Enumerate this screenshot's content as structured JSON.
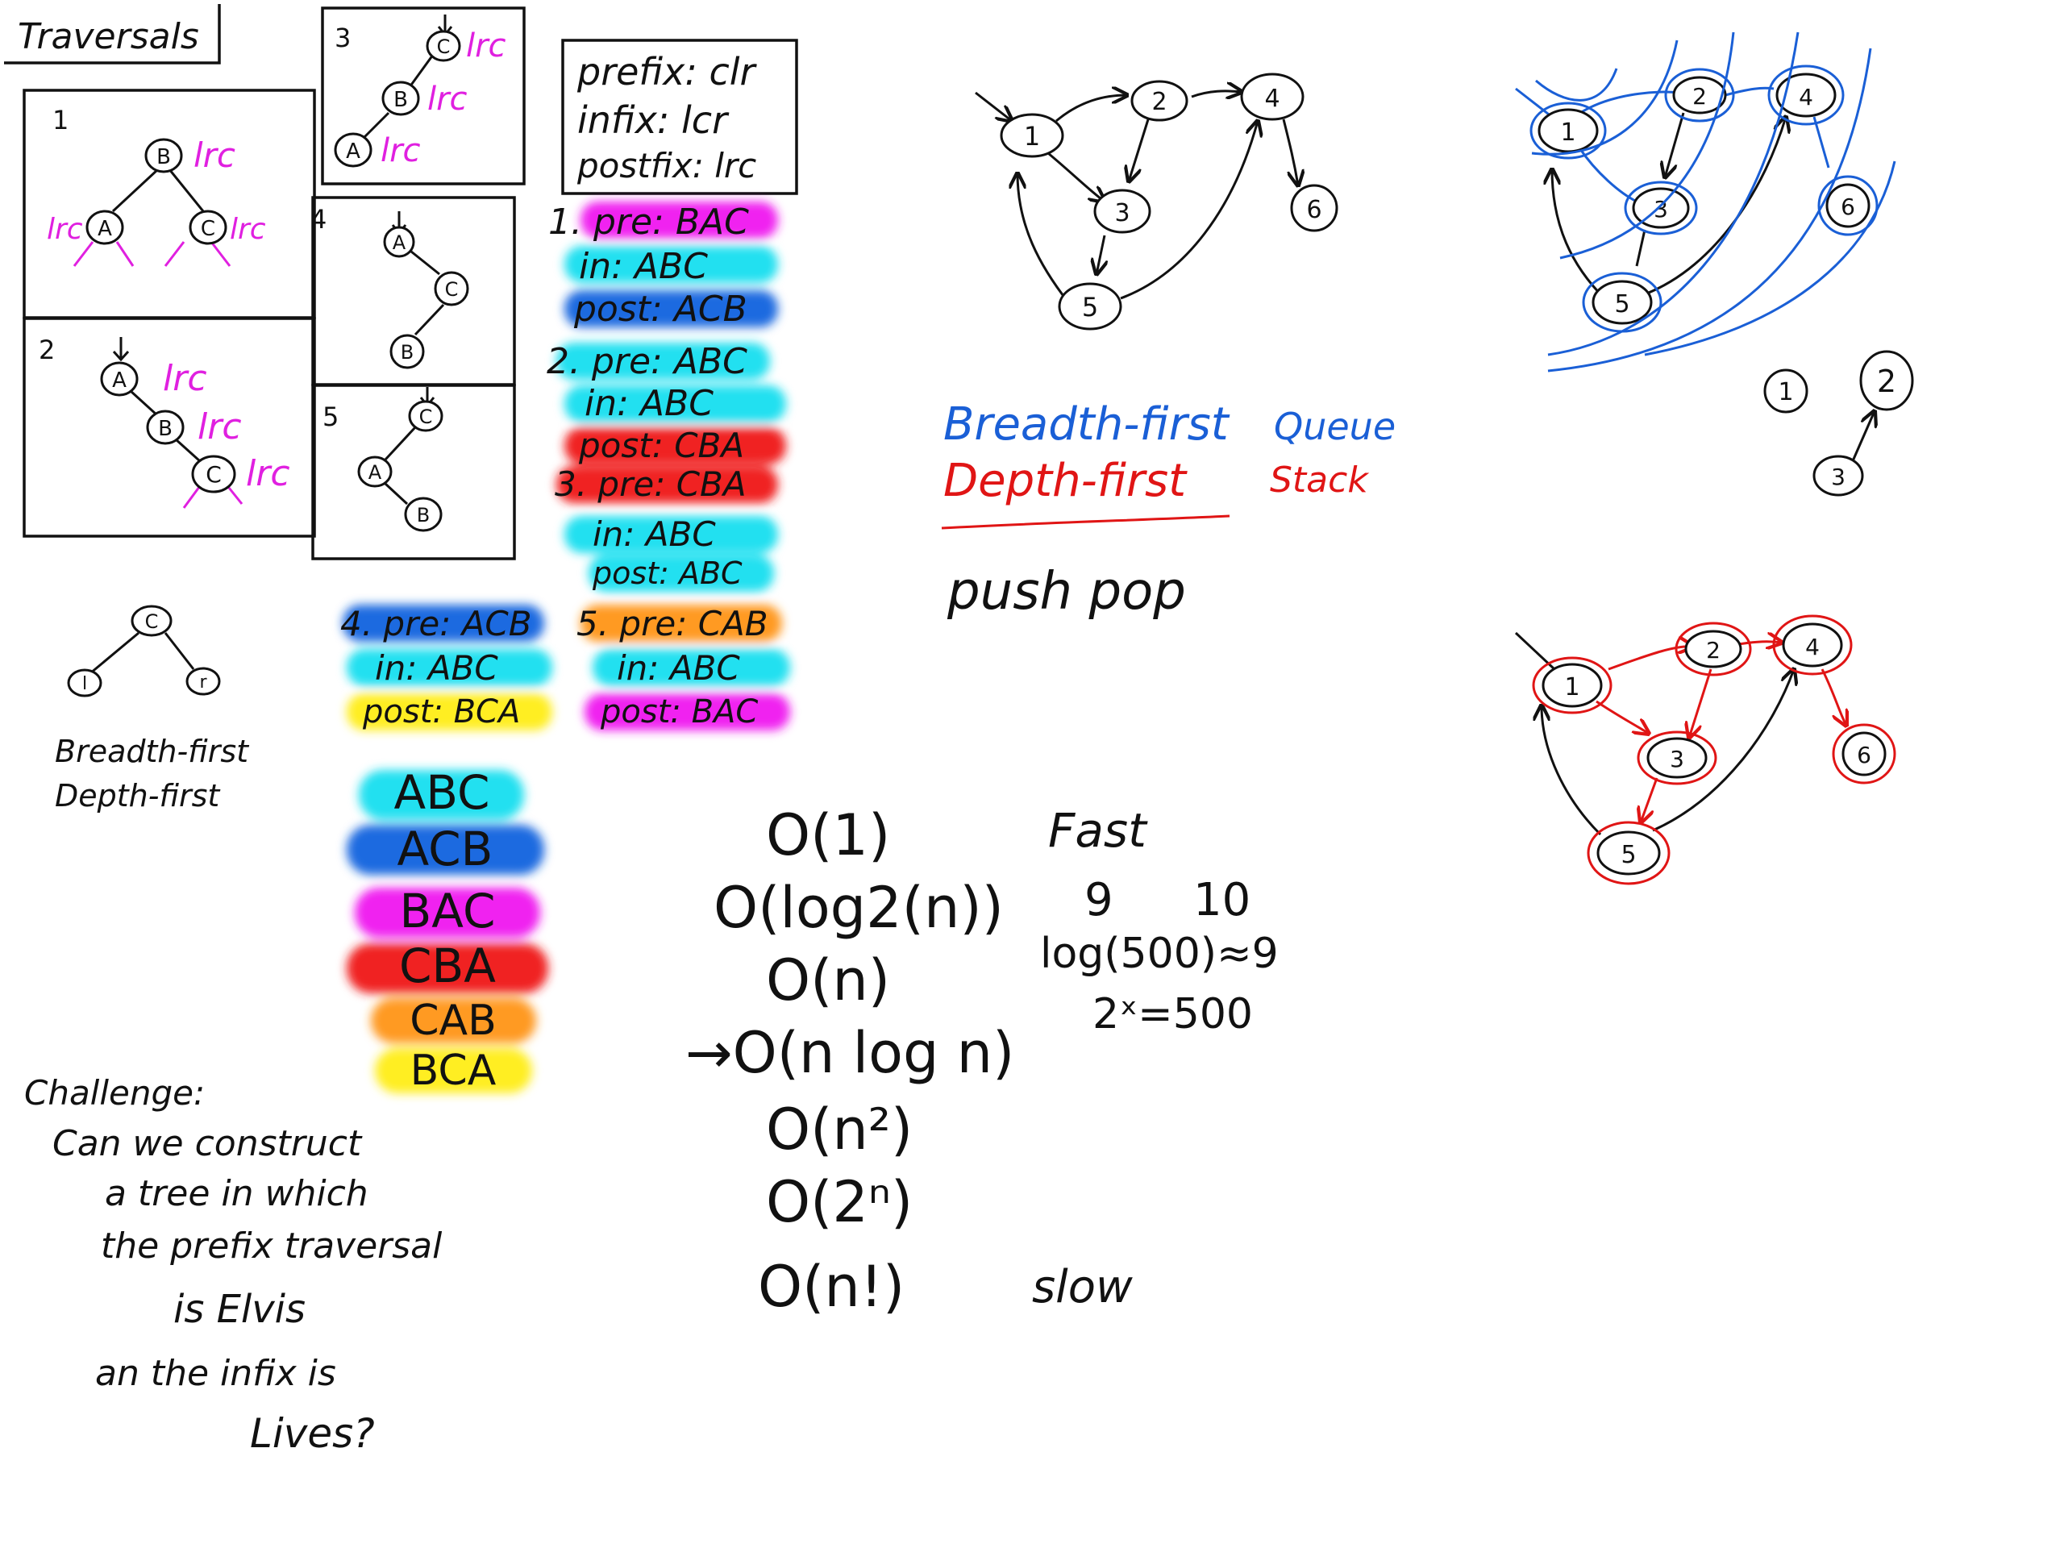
{
  "title": "Traversals",
  "nodes": {
    "a": "A",
    "b": "B",
    "c": "C",
    "l": "l",
    "r": "r"
  },
  "lrc": "lrc",
  "panel_numbers": [
    "1",
    "2",
    "3",
    "4",
    "5"
  ],
  "legend": {
    "prefix": "prefix: clr",
    "infix": "infix: lcr",
    "postfix": "postfix: lrc"
  },
  "traversals": [
    {
      "pre": "1. pre: BAC",
      "in": "in: ABC",
      "post": "post: ACB"
    },
    {
      "pre": "2. pre: ABC",
      "in": "in: ABC",
      "post": "post: CBA"
    },
    {
      "pre": "3. pre: CBA",
      "in": "in: ABC",
      "post": "post: ABC"
    },
    {
      "pre": "4. pre: ACB",
      "in": "in: ABC",
      "post": "post: BCA"
    },
    {
      "pre": "5. pre: CAB",
      "in": "in: ABC",
      "post": "post: BAC"
    }
  ],
  "summary": [
    "ABC",
    "ACB",
    "BAC",
    "CBA",
    "CAB",
    "BCA"
  ],
  "colors": {
    "ABC": "#22e0f0",
    "ACB": "#1a6ae0",
    "BAC": "#f020f0",
    "CBA": "#f02020",
    "CAB": "#ff9a20",
    "BCA": "#ffee22",
    "blue_ink": "#1a5fd6",
    "red_ink": "#e01515",
    "magenta_ink": "#e020e0"
  },
  "left_notes": [
    "Breadth-first",
    "Depth-first"
  ],
  "challenge": [
    "Challenge:",
    "Can we construct",
    "a tree in which",
    "the prefix traversal",
    "is Elvis",
    "an the infix is",
    "Lives?"
  ],
  "graph_labels": [
    "1",
    "2",
    "3",
    "4",
    "5",
    "6"
  ],
  "search": {
    "breadth": "Breadth-first",
    "queue": "Queue",
    "depth": "Depth-first",
    "stack": "Stack",
    "ops": "push pop"
  },
  "bigo": [
    "O(1)",
    "O(log2(n))",
    "O(n)",
    "→O(n log n)",
    "O(n²)",
    "O(2ⁿ)",
    "O(n!)"
  ],
  "fast": "Fast",
  "slow": "slow",
  "log_nums": [
    "9",
    "10"
  ],
  "log_eq": "log(500)≈9",
  "pow_eq": "2ˣ=500",
  "small_graph": [
    "1",
    "2",
    "3"
  ]
}
